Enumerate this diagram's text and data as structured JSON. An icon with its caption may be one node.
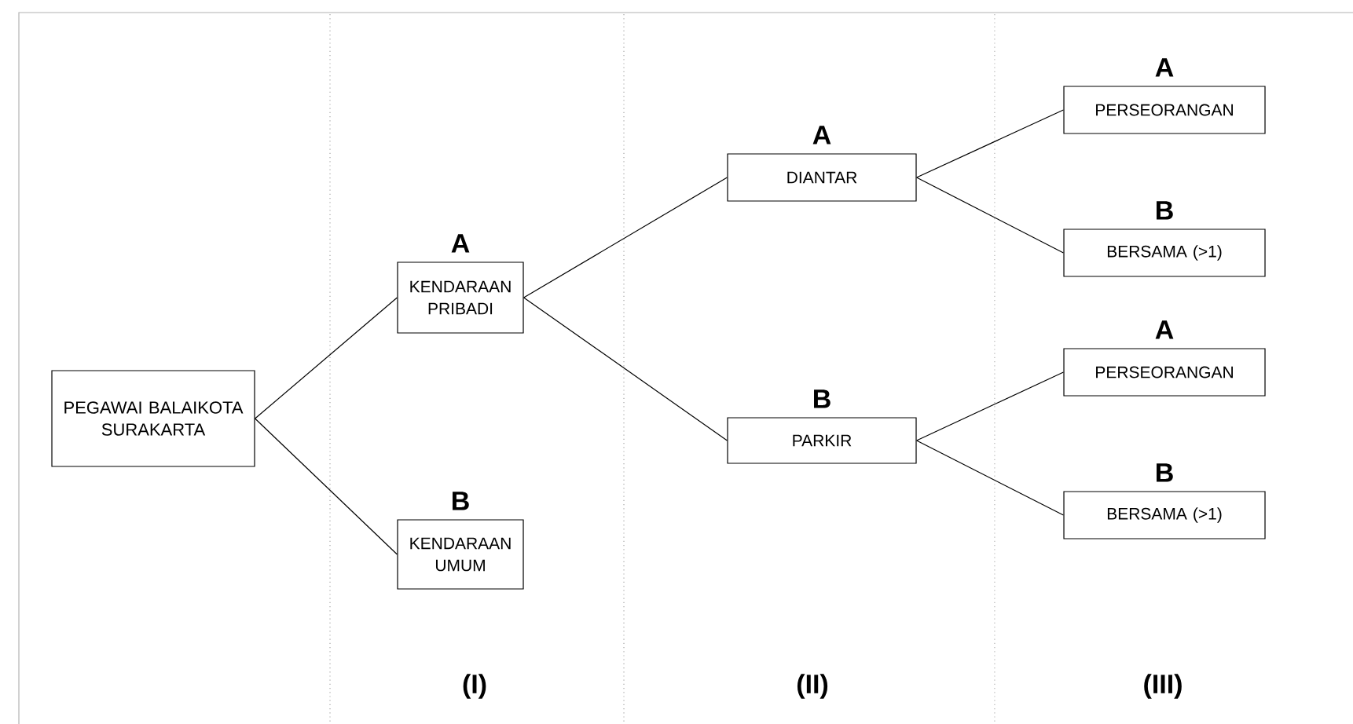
{
  "diagram": {
    "nodes": [
      {
        "text": [
          "PEGAWAI BALAIKOTA SURAKARTA"
        ]
      },
      {
        "text": [
          "KENDARAAN PRIBADI"
        ],
        "beside": [
          "A"
        ]
      },
      {
        "text": [
          "KENDARAAN UMUM"
        ],
        "beside": [
          "B"
        ]
      },
      {
        "text": [
          "DIANTAR"
        ],
        "beside": [
          "A"
        ]
      },
      {
        "text": [
          "PARKIR"
        ],
        "beside": [
          "B"
        ]
      },
      {
        "text": [
          "PERSEORANGAN"
        ],
        "beside": [
          "A"
        ]
      },
      {
        "text": [
          "BERSAMA (>1)"
        ],
        "beside": [
          "B"
        ]
      },
      {
        "text": [
          "PERSEORANGAN"
        ],
        "beside": [
          "A"
        ]
      },
      {
        "text": [
          "BERSAMA (>1)"
        ],
        "beside": [
          "B"
        ]
      }
    ],
    "edges": [
      {
        "from": 0,
        "to": 1,
        "arrow": "none"
      },
      {
        "from": 0,
        "to": 2,
        "arrow": "none"
      },
      {
        "from": 1,
        "to": 3,
        "arrow": "none"
      },
      {
        "from": 1,
        "to": 4,
        "arrow": "none"
      },
      {
        "from": 3,
        "to": 5,
        "arrow": "none"
      },
      {
        "from": 3,
        "to": 6,
        "arrow": "none"
      },
      {
        "from": 4,
        "to": 7,
        "arrow": "none"
      },
      {
        "from": 4,
        "to": 8,
        "arrow": "none"
      }
    ],
    "labels": [
      "(I)",
      "(II)",
      "(III)"
    ]
  }
}
